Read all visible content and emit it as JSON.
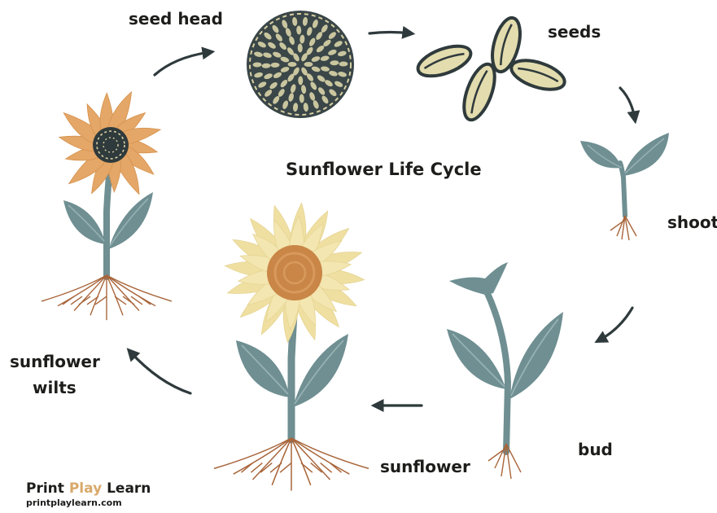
{
  "title": "Sunflower Life Cycle",
  "stages": {
    "seed_head": "seed head",
    "seeds": "seeds",
    "shoot": "shoot",
    "bud": "bud",
    "sunflower": "sunflower",
    "wilts_line1": "sunflower",
    "wilts_line2": "wilts"
  },
  "brand": {
    "word1": "Print",
    "word2": "Play",
    "word3": "Learn",
    "url": "printplaylearn.com"
  },
  "colors": {
    "leaf": "#6f8f92",
    "leaf_light": "#97b1b3",
    "root": "#a8653a",
    "petal_orange": "#e4a767",
    "petal_cream": "#f3e6b0",
    "center_orange": "#c98646",
    "dark": "#2f3a3c",
    "seed_fill": "#e3dcae",
    "arrow": "#2f3a3c"
  }
}
